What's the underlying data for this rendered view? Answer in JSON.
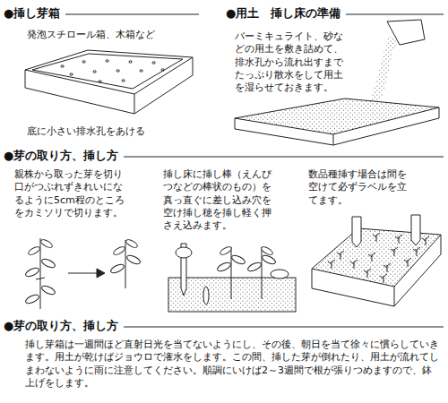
{
  "diagram": {
    "labels": [
      "●挿し芽箱",
      "●用土　挿し床の準備",
      "発泡スチロール箱、木箱など",
      "バーミキュライト、砂などの用土を敷き詰めて、排水孔から流れ出すまでたっぷり散水をして用土を湿らせておきます。",
      "底に小さい排水孔をあける",
      "●芽の取り方、挿し方",
      "親株から取った芽を切り口がつぶれずきれいになるように5cm程のところをカミソリで切ります。",
      "挿し床に挿し棒（えんぴつなどの棒状のもの）を真っ直ぐに差し込み穴を空け挿し穂を挿し軽く押さえ込みます。",
      "数品種挿す場合は間を空けて必ずラベルを立てます。",
      "●芽の取り方、挿し方",
      "挿し芽箱は一週間ほど直射日光を当てないようにし、その後、朝日を当て徐々に慣らしていきます。用土が乾けばジョウロで潅水をします。この間、挿した芽が倒れたり、用土が流れてしまわないように雨に注意してください。順調にいけば2～3週間で根が張りつめますので、鉢上げをします。"
    ]
  }
}
